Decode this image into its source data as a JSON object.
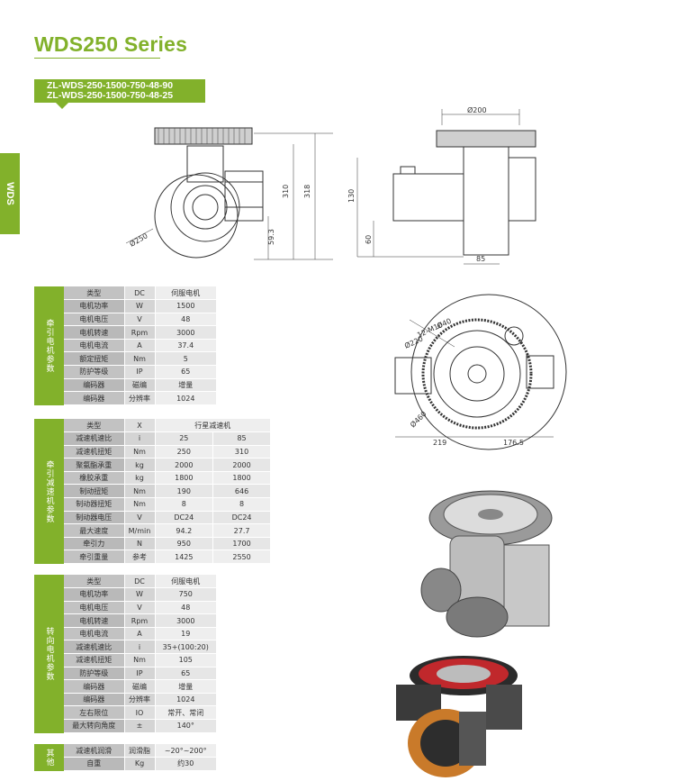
{
  "header": {
    "title": "WDS250 Series"
  },
  "models": [
    "ZL-WDS-250-1500-750-48-90",
    "ZL-WDS-250-1500-750-48-25"
  ],
  "side_tab": "WDS",
  "drawing_dims": {
    "wheel_dia": "Ø250",
    "height_310": "310",
    "height_318": "318",
    "axle_height": "59.3",
    "top_dia": "Ø200",
    "motor_height": "130",
    "base_60": "60",
    "width_85": "85",
    "flange_40": "Ø40",
    "bolts": "12-M10",
    "pcd_220": "Ø220",
    "outer_460": "Ø460",
    "left_219": "219",
    "right_176": "176.5"
  },
  "traction_motor": {
    "category": "牵引电机参数",
    "rows": [
      [
        "类型",
        "DC",
        "伺服电机"
      ],
      [
        "电机功率",
        "W",
        "1500"
      ],
      [
        "电机电压",
        "V",
        "48"
      ],
      [
        "电机转速",
        "Rpm",
        "3000"
      ],
      [
        "电机电流",
        "A",
        "37.4"
      ],
      [
        "额定扭矩",
        "Nm",
        "5"
      ],
      [
        "防护等级",
        "IP",
        "65"
      ],
      [
        "编码器",
        "磁编",
        "增量"
      ],
      [
        "编码器",
        "分辨率",
        "1024"
      ]
    ]
  },
  "traction_reducer": {
    "category": "牵引减速机参数",
    "header": [
      "类型",
      "X",
      "行星减速机"
    ],
    "rows": [
      [
        "减速机速比",
        "i",
        "25",
        "85"
      ],
      [
        "减速机扭矩",
        "Nm",
        "250",
        "310"
      ],
      [
        "聚氨酯承重",
        "kg",
        "2000",
        "2000"
      ],
      [
        "橡胶承重",
        "kg",
        "1800",
        "1800"
      ],
      [
        "制动扭矩",
        "Nm",
        "190",
        "646"
      ],
      [
        "制动器扭矩",
        "Nm",
        "8",
        "8"
      ],
      [
        "制动器电压",
        "V",
        "DC24",
        "DC24"
      ],
      [
        "最大速度",
        "M/min",
        "94.2",
        "27.7"
      ],
      [
        "牵引力",
        "N",
        "950",
        "1700"
      ],
      [
        "牵引重量",
        "参考",
        "1425",
        "2550"
      ]
    ]
  },
  "steering_motor": {
    "category": "转向电机参数",
    "rows": [
      [
        "类型",
        "DC",
        "伺服电机"
      ],
      [
        "电机功率",
        "W",
        "750"
      ],
      [
        "电机电压",
        "V",
        "48"
      ],
      [
        "电机转速",
        "Rpm",
        "3000"
      ],
      [
        "电机电流",
        "A",
        "19"
      ],
      [
        "减速机速比",
        "i",
        "35+(100:20)"
      ],
      [
        "减速机扭矩",
        "Nm",
        "105"
      ],
      [
        "防护等级",
        "IP",
        "65"
      ],
      [
        "编码器",
        "磁编",
        "增量"
      ],
      [
        "编码器",
        "分辨率",
        "1024"
      ],
      [
        "左右限位",
        "IO",
        "常开、常闭"
      ],
      [
        "最大转向角度",
        "±",
        "140°"
      ]
    ]
  },
  "other": {
    "category": "其他",
    "rows": [
      [
        "减速机润滑",
        "润滑脂",
        "~20°~200°"
      ],
      [
        "自重",
        "Kg",
        "约30"
      ]
    ]
  },
  "colors": {
    "brand": "#82b12b",
    "wheel_orange": "#c97a2a",
    "ring_red": "#c0282c"
  }
}
